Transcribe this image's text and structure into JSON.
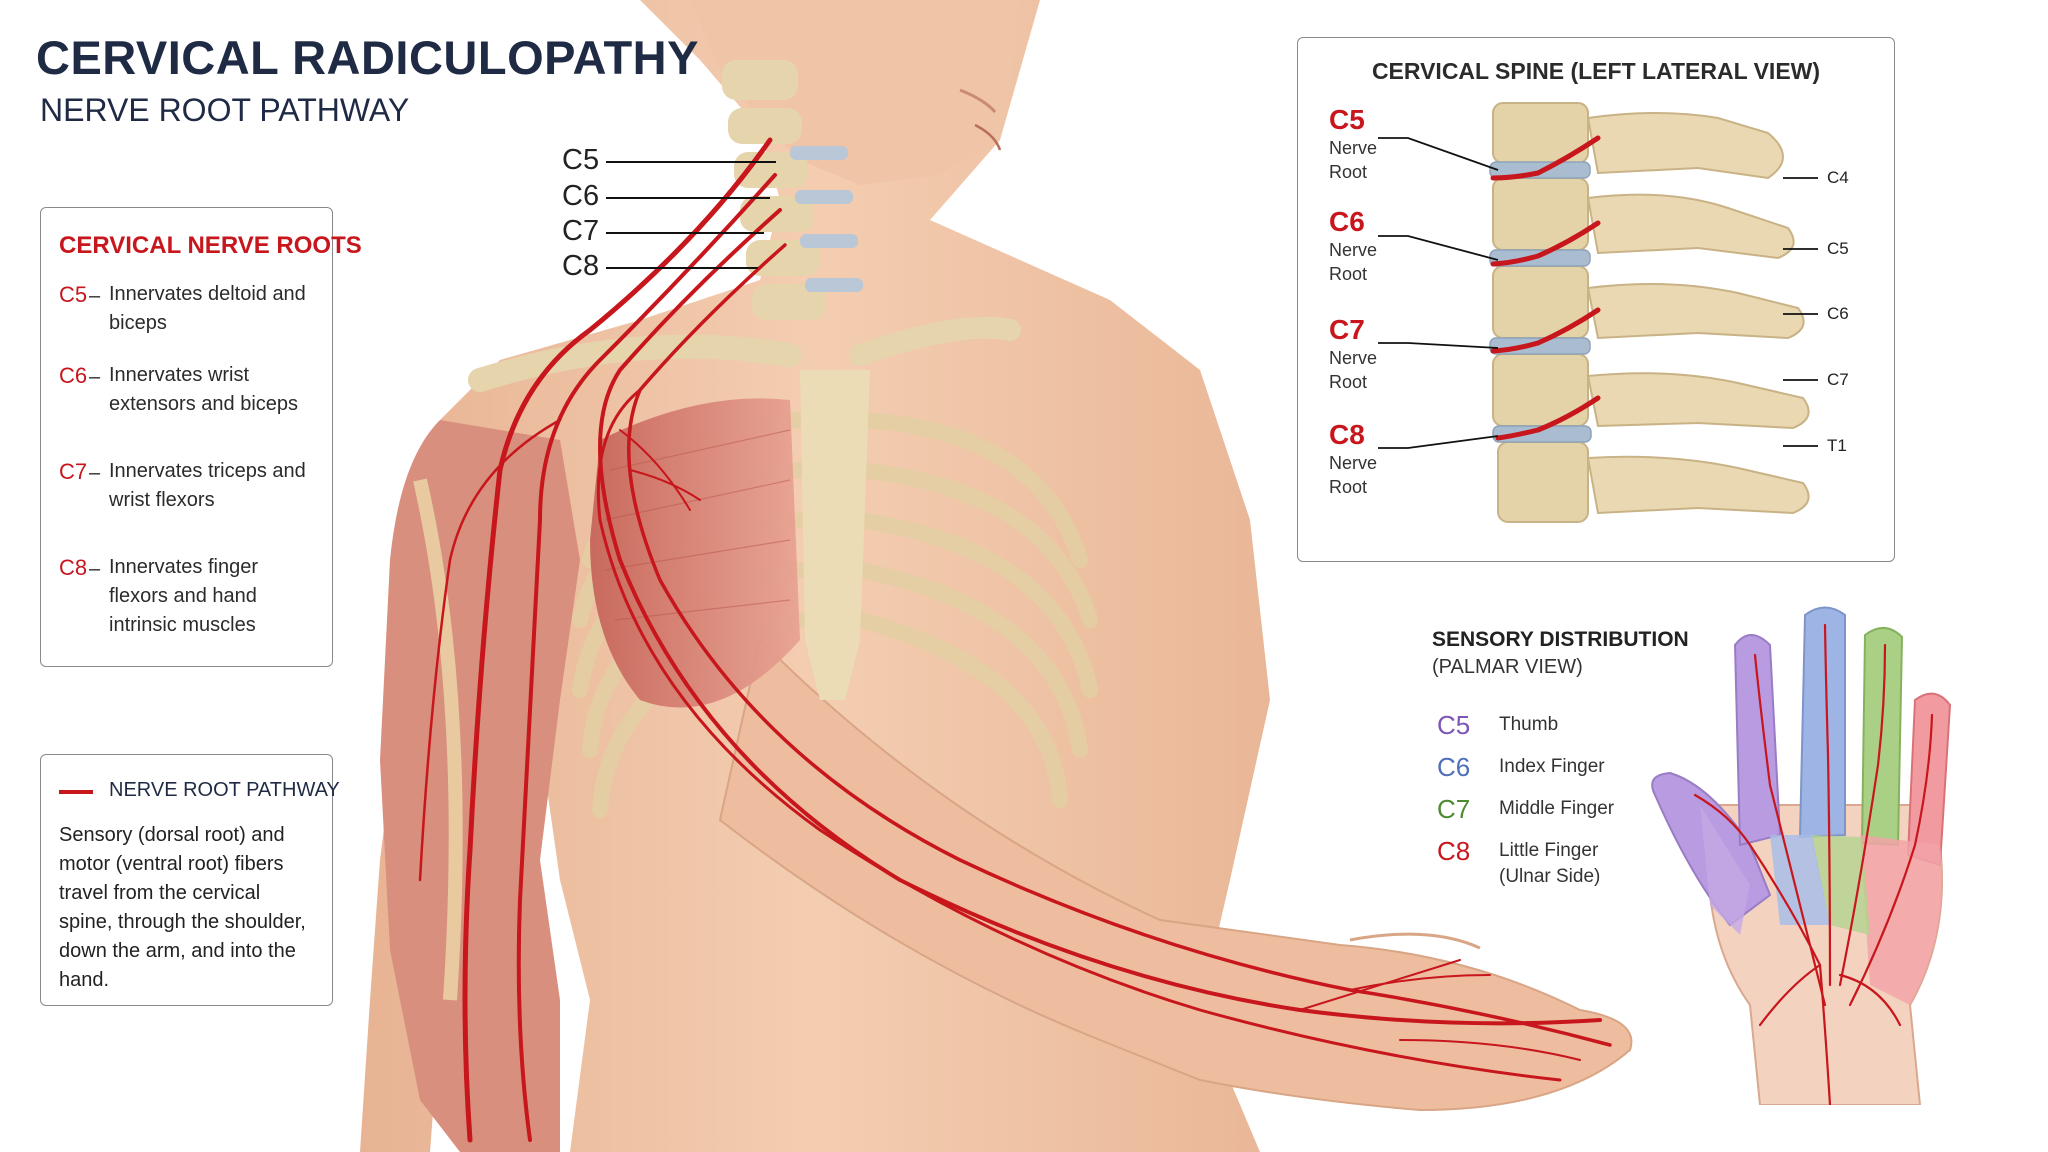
{
  "header": {
    "title": "CERVICAL RADICULOPATHY",
    "subtitle": "NERVE ROOT PATHWAY"
  },
  "colors": {
    "nerve": "#c8161d",
    "bone": "#e6d4ad",
    "skin": "#efc0a2",
    "muscle": "#d9857a",
    "disc": "#a9bcd0",
    "c5_zone": "#a98ad6",
    "c6_zone": "#8aa2d8",
    "c7_zone": "#9cc474",
    "c8_zone": "#ec8b90"
  },
  "level_labels": [
    "C5",
    "C6",
    "C7",
    "C8"
  ],
  "roots_panel": {
    "title": "CERVICAL NERVE ROOTS",
    "entries": [
      {
        "code": "C5",
        "dash": "–",
        "desc": "Innervates deltoid and biceps"
      },
      {
        "code": "C6",
        "dash": "–",
        "desc": "Innervates wrist extensors and biceps"
      },
      {
        "code": "C7",
        "dash": "–",
        "desc": "Innervates triceps and wrist flexors"
      },
      {
        "code": "C8",
        "dash": "–",
        "desc": "Innervates finger flexors and hand intrinsic muscles"
      }
    ]
  },
  "pathway_panel": {
    "legend_label": "NERVE ROOT PATHWAY",
    "description": "Sensory (dorsal root) and motor (ventral root) fibers travel from the cervical spine, through the shoulder, down the arm, and into the hand."
  },
  "spine_panel": {
    "title": "CERVICAL SPINE (LEFT LATERAL VIEW)",
    "roots": [
      {
        "code": "C5",
        "line1": "Nerve",
        "line2": "Root"
      },
      {
        "code": "C6",
        "line1": "Nerve",
        "line2": "Root"
      },
      {
        "code": "C7",
        "line1": "Nerve",
        "line2": "Root"
      },
      {
        "code": "C8",
        "line1": "Nerve",
        "line2": "Root"
      }
    ],
    "vertebrae": [
      "C4",
      "C5",
      "C6",
      "C7",
      "T1"
    ]
  },
  "sensory": {
    "title": "SENSORY DISTRIBUTION",
    "subtitle": "(PALMAR VIEW)",
    "items": [
      {
        "code": "C5",
        "label": "Thumb",
        "color": "#7d56b8"
      },
      {
        "code": "C6",
        "label": "Index Finger",
        "color": "#4f6fb8"
      },
      {
        "code": "C7",
        "label": "Middle Finger",
        "color": "#4e8a32"
      },
      {
        "code": "C8",
        "label": "Little Finger (Ulnar Side)",
        "color": "#c8161d"
      }
    ]
  }
}
